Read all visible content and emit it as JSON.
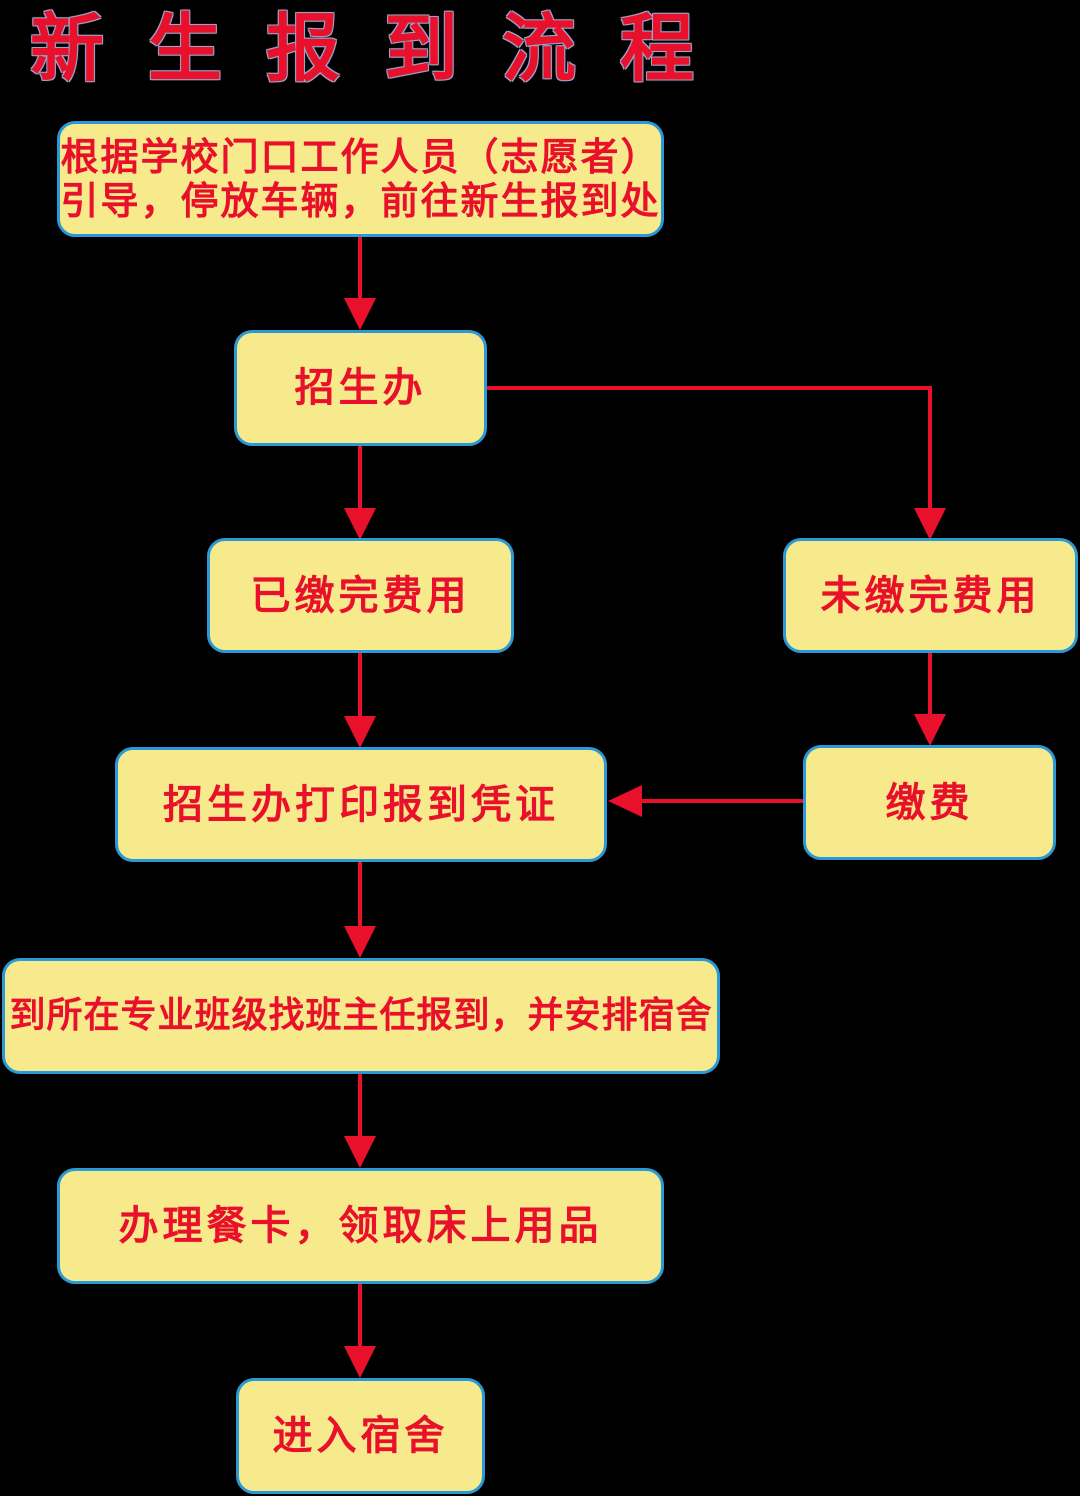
{
  "title": "新生报到流程",
  "colors": {
    "background": "#000000",
    "box_fill": "#f7ea8c",
    "box_border": "#2a9ad6",
    "text": "#e8102a",
    "arrow": "#e8102a"
  },
  "nodes": {
    "guide": {
      "line1": "根据学校门口工作人员（志愿者）",
      "line2": "引导，停放车辆，前往新生报到处"
    },
    "admissions_office": "招生办",
    "fees_paid": "已缴完费用",
    "fees_unpaid": "未缴完费用",
    "print_certificate": "招生办打印报到凭证",
    "pay_fees": "缴费",
    "class_report": "到所在专业班级找班主任报到，并安排宿舍",
    "meal_card": "办理餐卡，领取床上用品",
    "enter_dorm": "进入宿舍"
  }
}
